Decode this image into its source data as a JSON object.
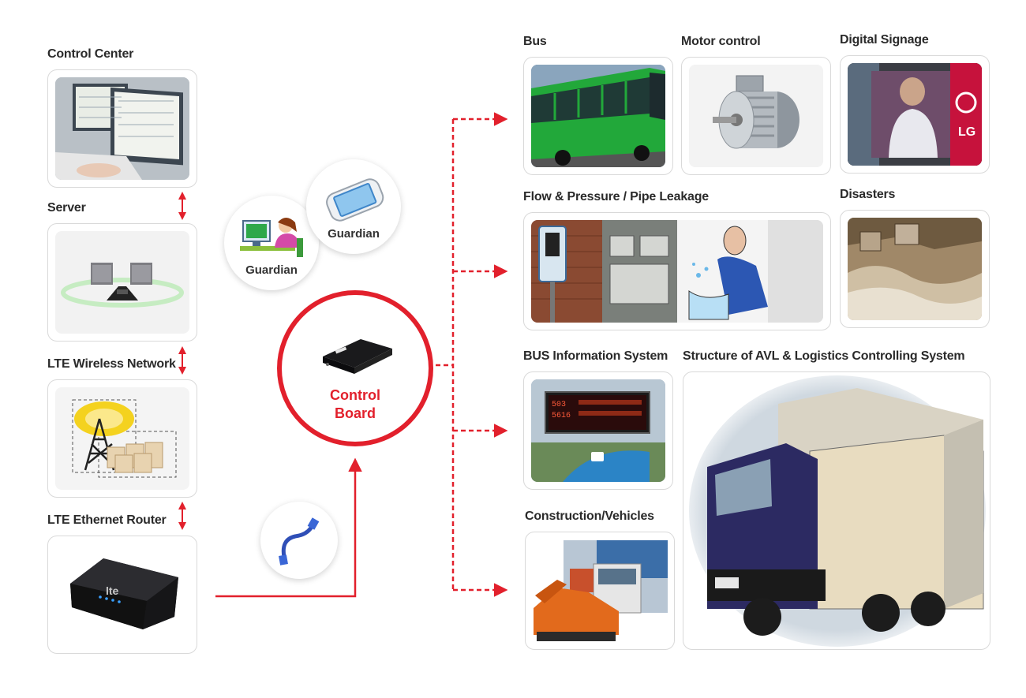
{
  "left_column": {
    "control_center": "Control Center",
    "server": "Server",
    "lte_network": "LTE Wireless Network",
    "lte_router": "LTE Ethernet Router"
  },
  "guardians": {
    "pc_label": "Guardian",
    "phone_label": "Guardian"
  },
  "control_board": {
    "line1": "Control",
    "line2": "Board"
  },
  "applications": {
    "bus": "Bus",
    "motor": "Motor control",
    "signage": "Digital Signage",
    "flow": "Flow & Pressure / Pipe Leakage",
    "disasters": "Disasters",
    "bis": "BUS Information System",
    "avl": "Structure of AVL & Logistics Controlling System",
    "construction": "Construction/Vehicles"
  },
  "bis_display": {
    "row1": "503",
    "row2": "5616"
  },
  "router_brand": "lte",
  "signage_brand": "LG",
  "colors": {
    "accent_red": "#e2202c",
    "card_border": "#d9d9d9",
    "label_text": "#2a2a2a"
  }
}
